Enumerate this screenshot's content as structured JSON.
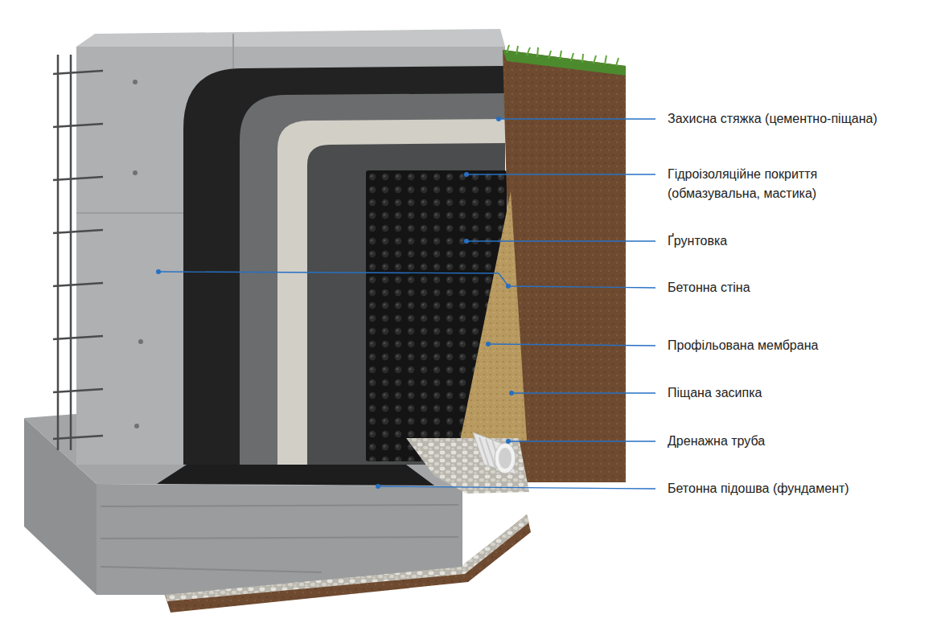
{
  "diagram": {
    "labels": [
      "Захисна стяжка (цементно-піщана)",
      "Гідроізоляційне покриття (обмазувальна, мастика)",
      "Ґрунтовка",
      "Бетонна стіна",
      "Профільована мембрана",
      "Піщана засипка",
      "Дренажна труба",
      "Бетонна підошва (фундамент)"
    ]
  }
}
